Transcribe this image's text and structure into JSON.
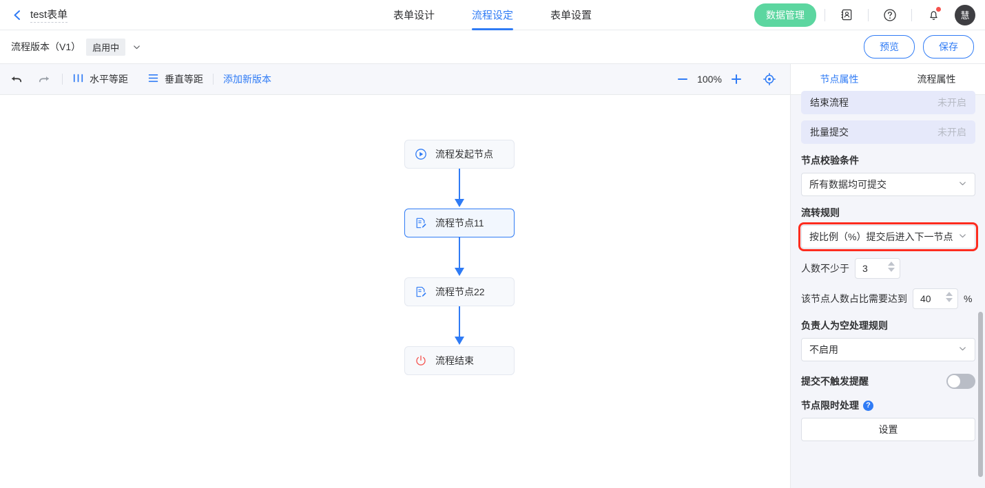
{
  "header": {
    "back_icon": "chevron-left-icon",
    "form_title": "test表单",
    "tabs": [
      {
        "label": "表单设计",
        "active": false
      },
      {
        "label": "流程设定",
        "active": true
      },
      {
        "label": "表单设置",
        "active": false
      }
    ],
    "data_button": "数据管理",
    "data_button_color": "#5cd6a0",
    "icons": [
      "contacts-icon",
      "help-circle-icon",
      "bell-icon"
    ],
    "notification_dot_color": "#f5524d",
    "avatar_text": "慧"
  },
  "version_bar": {
    "label": "流程版本（V1）",
    "status_badge": "启用中",
    "caret_icon": "chevron-down-icon",
    "preview_button": "预览",
    "save_button": "保存",
    "accent_color": "#2f7bf5"
  },
  "toolbar": {
    "undo_icon": "undo-arrow-icon",
    "redo_icon": "redo-arrow-icon",
    "align_h": {
      "label": "水平等距",
      "icon": "horizontal-distribute-icon"
    },
    "align_v": {
      "label": "垂直等距",
      "icon": "vertical-distribute-icon"
    },
    "add_version_link": "添加新版本",
    "zoom": {
      "minus_icon": "minus-icon",
      "value": "100%",
      "plus_icon": "plus-icon",
      "recenter_icon": "crosshair-target-icon"
    }
  },
  "canvas": {
    "nodes": [
      {
        "label": "流程发起节点",
        "icon": "play-circle-icon",
        "selected": false,
        "icon_color": "#2f7bf5"
      },
      {
        "label": "流程节点11",
        "icon": "edit-document-icon",
        "selected": true,
        "icon_color": "#2f7bf5"
      },
      {
        "label": "流程节点22",
        "icon": "edit-document-icon",
        "selected": false,
        "icon_color": "#2f7bf5"
      },
      {
        "label": "流程结束",
        "icon": "power-off-icon",
        "selected": false,
        "icon_color": "#f5524d"
      }
    ],
    "connector_color": "#2f7bf5"
  },
  "panel": {
    "tabs": [
      {
        "label": "节点属性",
        "active": true
      },
      {
        "label": "流程属性",
        "active": false
      }
    ],
    "switch_rows": [
      {
        "label": "结束流程",
        "state": "未开启"
      },
      {
        "label": "批量提交",
        "state": "未开启"
      }
    ],
    "validation": {
      "label": "节点校验条件",
      "value": "所有数据均可提交",
      "caret_icon": "chevron-down-icon"
    },
    "flow_rule": {
      "label": "流转规则",
      "value": "按比例（%）提交后进入下一节点",
      "caret_icon": "chevron-down-icon",
      "highlighted": true,
      "highlight_color": "#fd2c1e"
    },
    "min_people": {
      "label": "人数不少于",
      "value": "3"
    },
    "percent_rule": {
      "label": "该节点人数占比需要达到",
      "value": "40",
      "suffix": "%"
    },
    "owner_empty_rule": {
      "label": "负责人为空处理规则",
      "value": "不启用",
      "caret_icon": "chevron-down-icon"
    },
    "no_remind": {
      "label": "提交不触发提醒",
      "enabled": false
    },
    "time_limit": {
      "label": "节点限时处理",
      "help_icon": "help-circle-filled-icon",
      "button": "设置"
    }
  }
}
